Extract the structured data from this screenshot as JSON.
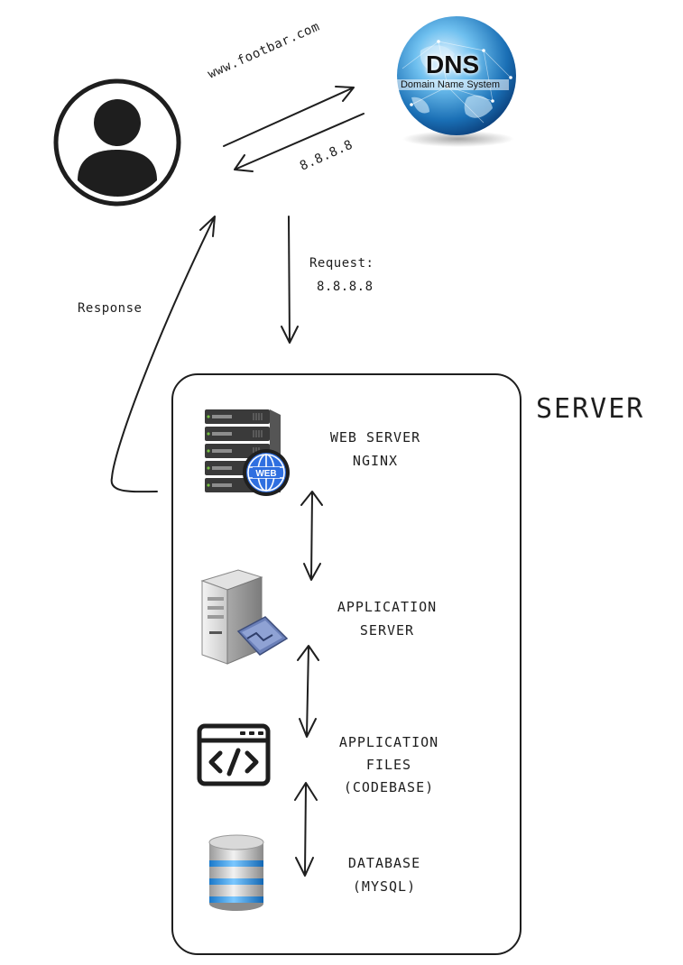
{
  "diagram": {
    "request_url": "www.footbar.com",
    "dns": {
      "title": "DNS",
      "subtitle": "Domain Name System",
      "ip_response": "8.8.8.8"
    },
    "request_label_line1": "Request:",
    "request_label_line2": "8.8.8.8",
    "response_label": "Response",
    "server": {
      "title": "SERVER",
      "components": [
        {
          "icon": "web-server-icon",
          "line1": "WEB SERVER",
          "line2": "NGINX",
          "line3": ""
        },
        {
          "icon": "application-server-icon",
          "line1": "APPLICATION",
          "line2": "SERVER",
          "line3": ""
        },
        {
          "icon": "code-window-icon",
          "line1": "APPLICATION",
          "line2": "FILES",
          "line3": "(CODEBASE)"
        },
        {
          "icon": "database-icon",
          "line1": "DATABASE",
          "line2": "(MYSQL)",
          "line3": ""
        }
      ],
      "web_badge": "WEB"
    }
  }
}
